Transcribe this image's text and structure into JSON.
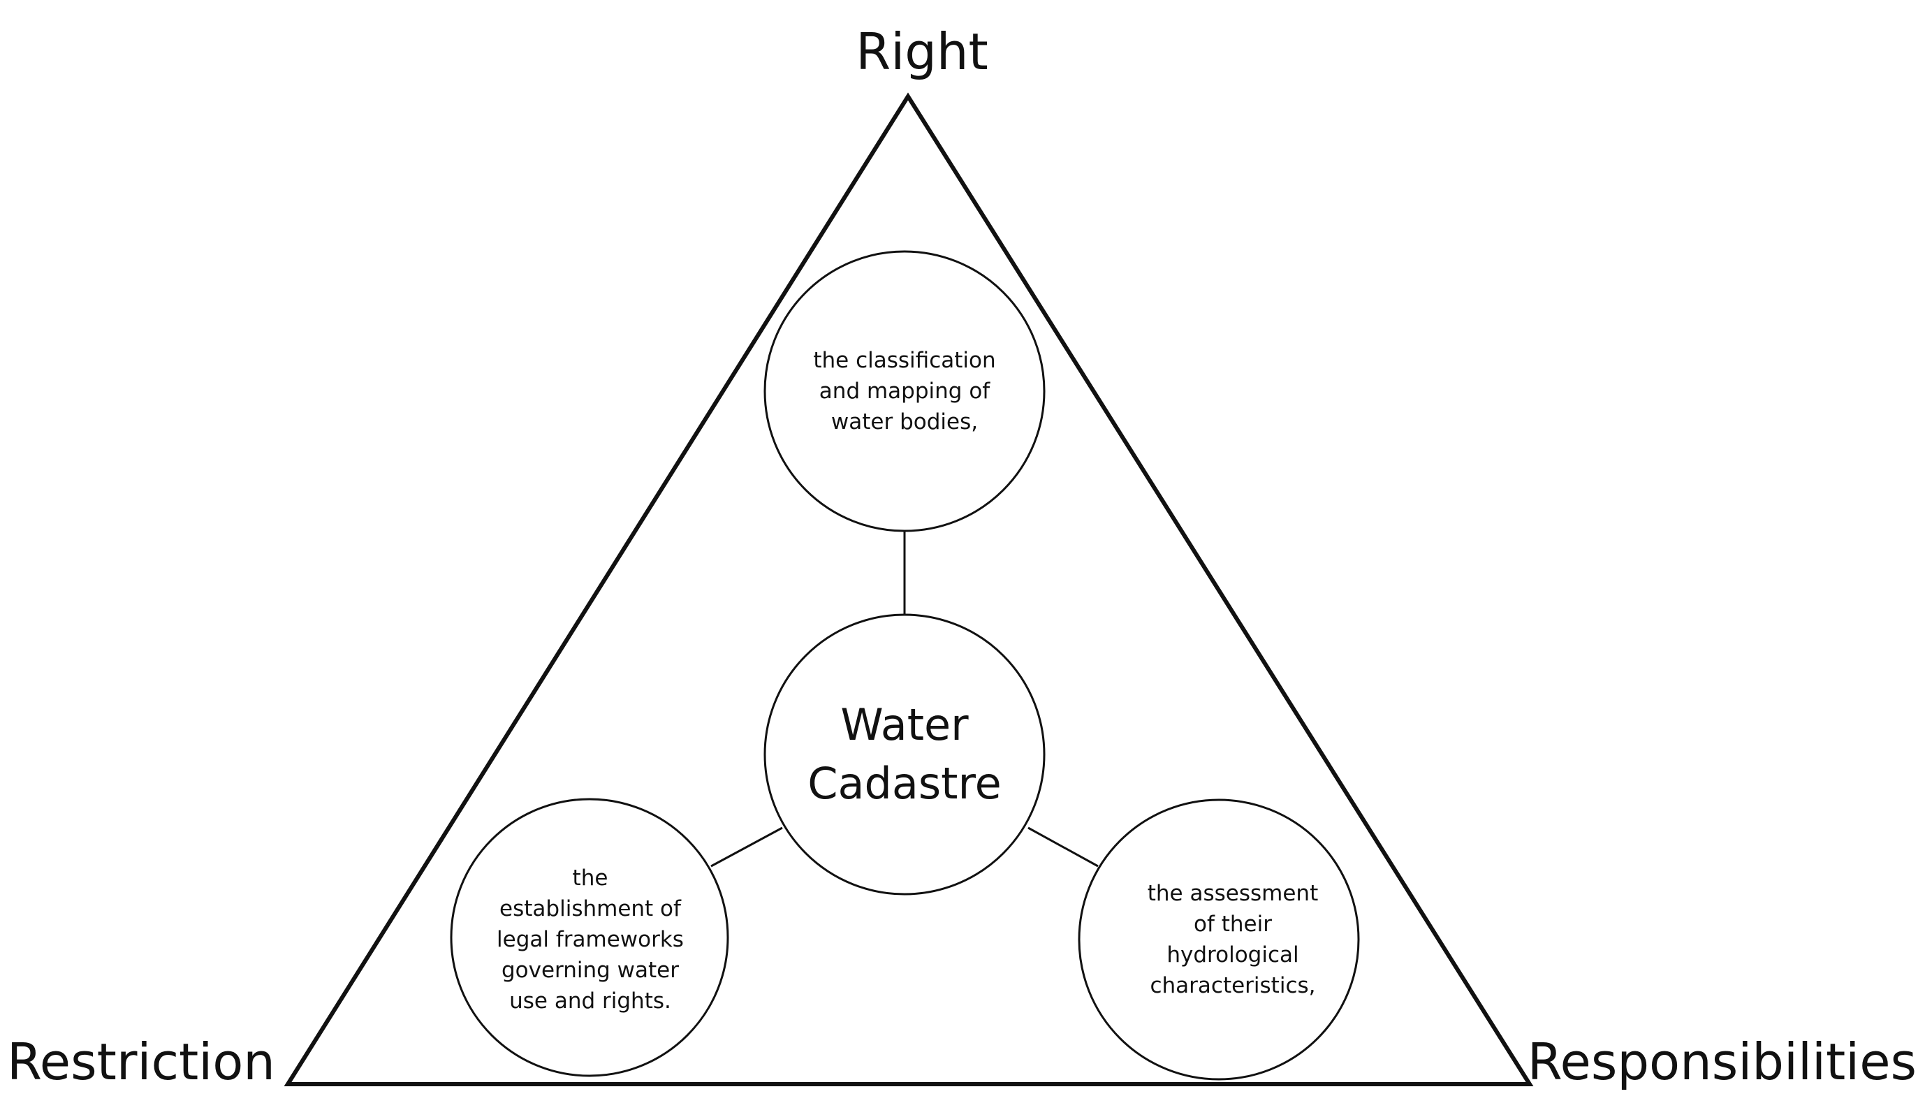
{
  "corners": {
    "top": "Right",
    "left": "Restriction",
    "right": "Responsibilities"
  },
  "center": {
    "label": "Water\nCadastre"
  },
  "nodes": {
    "top": "the classification\nand mapping of\nwater bodies,",
    "left": "the\nestablishment of\nlegal frameworks\ngoverning water\nuse and rights.",
    "right": "the assessment\nof their\nhydrological\ncharacteristics,"
  },
  "colors": {
    "stroke": "#111111",
    "background": "#ffffff"
  }
}
